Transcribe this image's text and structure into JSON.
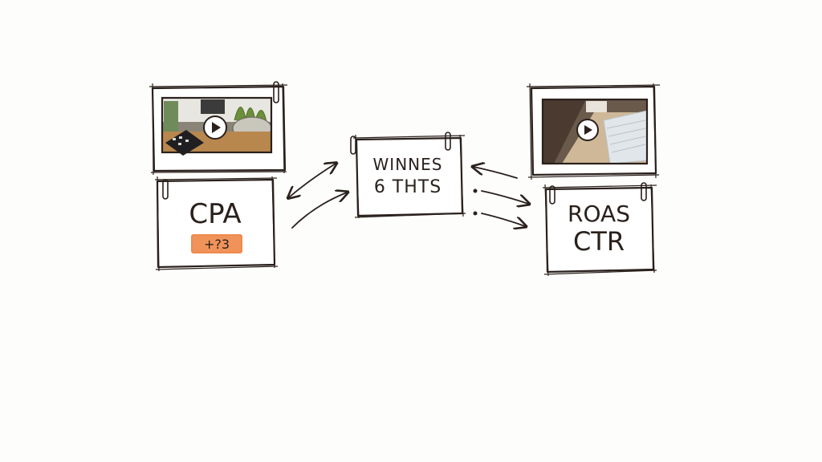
{
  "colors": {
    "ink": "#2a201c",
    "paper": "#fdfdfb",
    "highlight": "#ee8a4e"
  },
  "cards": {
    "cpa": {
      "label": "CPA",
      "badge": "+?3"
    },
    "center": {
      "line1": "WINNES",
      "line2": "6 THTS"
    },
    "roas": {
      "line1": "ROAS",
      "line2": "CTR"
    }
  },
  "thumbnails": {
    "left": {
      "icon": "play-icon"
    },
    "right": {
      "icon": "play-icon"
    }
  }
}
